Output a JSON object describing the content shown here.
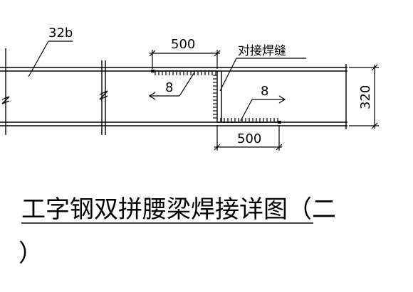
{
  "labels": {
    "section": "32b",
    "butt_weld": "对接焊缝",
    "weld_size_left": "8",
    "weld_size_right": "8",
    "dim_top": "500",
    "dim_bottom": "500",
    "dim_height": "320"
  },
  "title": {
    "line1": "工字钢双拼腰梁焊接详图（二",
    "line2": "）"
  }
}
